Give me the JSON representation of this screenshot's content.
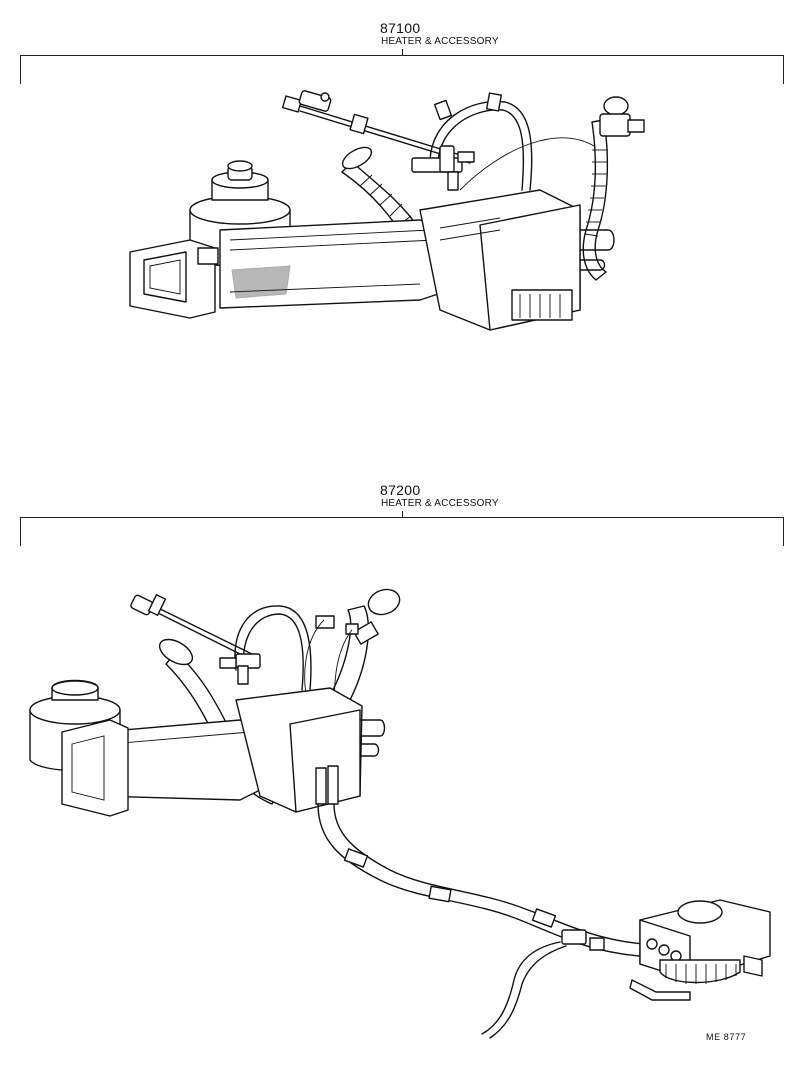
{
  "sections": [
    {
      "code": "87100",
      "title": "HEATER & ACCESSORY"
    },
    {
      "code": "87200",
      "title": "HEATER & ACCESSORY"
    }
  ],
  "reference": "ME 8777"
}
